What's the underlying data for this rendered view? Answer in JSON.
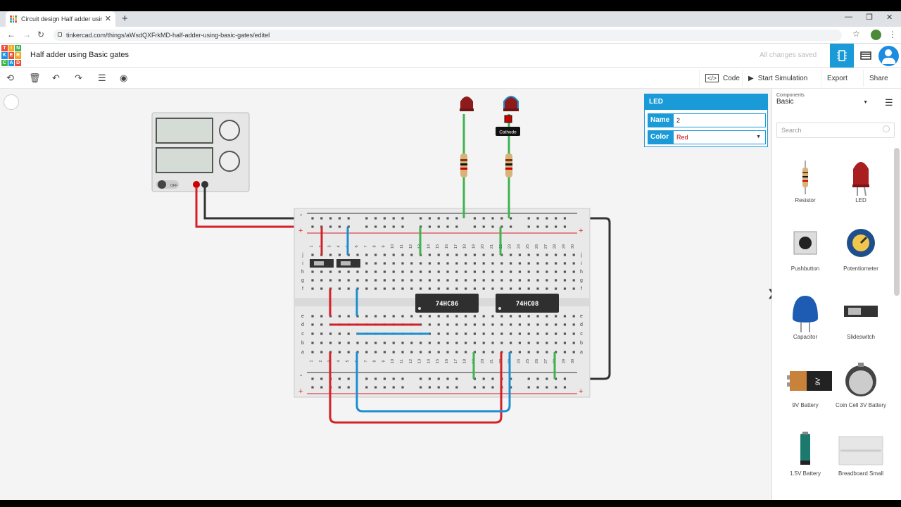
{
  "browser": {
    "tab_title": "Circuit design Half adder using B",
    "url": "tinkercad.com/things/aWsdQXFrkMD-half-adder-using-basic-gates/editel"
  },
  "app": {
    "logo_letters": [
      "T",
      "I",
      "N",
      "K",
      "E",
      "R",
      "C",
      "A",
      "D"
    ],
    "title": "Half adder using Basic gates",
    "save_status": "All changes saved"
  },
  "toolbar": {
    "code_label": "Code",
    "simulate_label": "Start Simulation",
    "export_label": "Export",
    "share_label": "Share"
  },
  "inspector": {
    "title": "LED",
    "name_label": "Name",
    "name_value": "2",
    "color_label": "Color",
    "color_value": "Red"
  },
  "sidebar": {
    "components_label": "Components",
    "components_value": "Basic",
    "search_placeholder": "Search",
    "parts": [
      {
        "label": "Resistor"
      },
      {
        "label": "LED"
      },
      {
        "label": "Pushbutton"
      },
      {
        "label": "Potentiometer"
      },
      {
        "label": "Capacitor"
      },
      {
        "label": "Slideswitch"
      },
      {
        "label": "9V Battery"
      },
      {
        "label": "Coin Cell 3V Battery"
      },
      {
        "label": "1.5V Battery"
      },
      {
        "label": "Breadboard Small"
      }
    ]
  },
  "circuit": {
    "chip1_label": "74HC86",
    "chip2_label": "74HC08",
    "tooltip": "Cathode",
    "power_switch": "OFF",
    "battery_text": "9V",
    "rail_minus": "-",
    "rail_plus": "+",
    "row_labels_top": [
      "j",
      "i",
      "h",
      "g",
      "f"
    ],
    "row_labels_bottom": [
      "e",
      "d",
      "c",
      "b",
      "a"
    ],
    "column_numbers": [
      "1",
      "2",
      "3",
      "4",
      "5",
      "6",
      "7",
      "8",
      "9",
      "10",
      "11",
      "12",
      "13",
      "14",
      "15",
      "16",
      "17",
      "18",
      "19",
      "20",
      "21",
      "22",
      "23",
      "24",
      "25",
      "26",
      "27",
      "28",
      "29",
      "30"
    ]
  },
  "colors": {
    "accent": "#1a9bd8",
    "wire_red": "#d42027",
    "wire_black": "#333333",
    "wire_blue": "#1d8fd0",
    "wire_green": "#3fb34f"
  }
}
